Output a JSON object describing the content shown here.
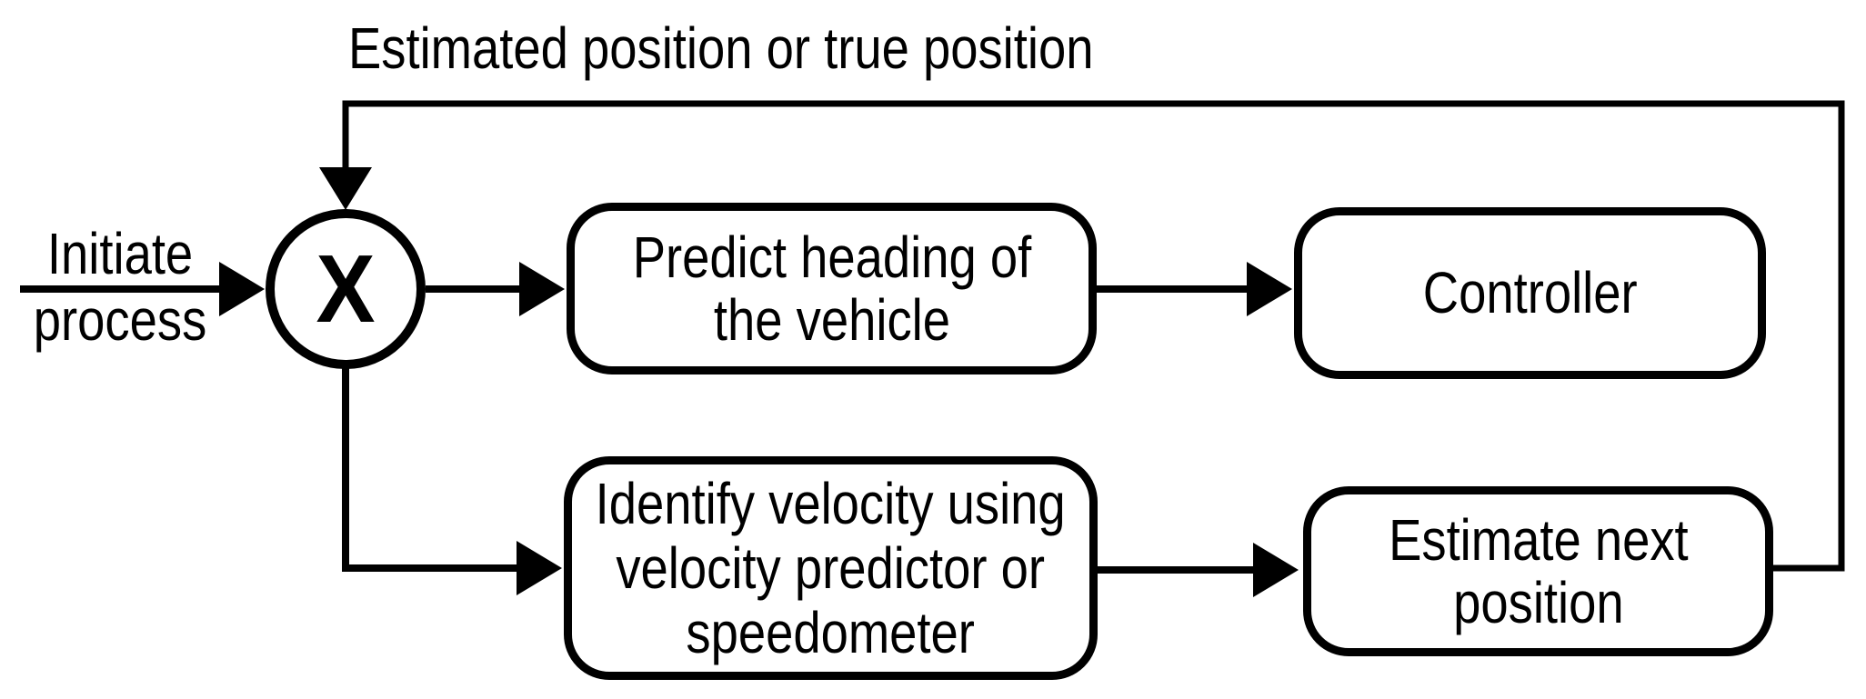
{
  "diagram": {
    "type": "flowchart",
    "background_color": "#ffffff",
    "stroke_color": "#000000",
    "labels": {
      "feedback_label": "Estimated position or true position",
      "start_line1": "Initiate",
      "start_line2": "process",
      "junction_symbol": "X"
    },
    "nodes": {
      "predict_heading": {
        "line1": "Predict heading of",
        "line2": "the vehicle"
      },
      "controller": {
        "label": "Controller"
      },
      "identify_velocity": {
        "line1": "Identify velocity using",
        "line2": "velocity predictor or",
        "line3": "speedometer"
      },
      "estimate_next": {
        "line1": "Estimate next",
        "line2": "position"
      }
    },
    "edges": [
      {
        "from": "start",
        "to": "junction",
        "label": ""
      },
      {
        "from": "junction",
        "to": "predict_heading",
        "label": ""
      },
      {
        "from": "predict_heading",
        "to": "controller",
        "label": ""
      },
      {
        "from": "junction",
        "to": "identify_velocity",
        "label": ""
      },
      {
        "from": "identify_velocity",
        "to": "estimate_next",
        "label": ""
      },
      {
        "from": "estimate_next",
        "to": "junction",
        "label": "Estimated position or true position"
      }
    ]
  }
}
